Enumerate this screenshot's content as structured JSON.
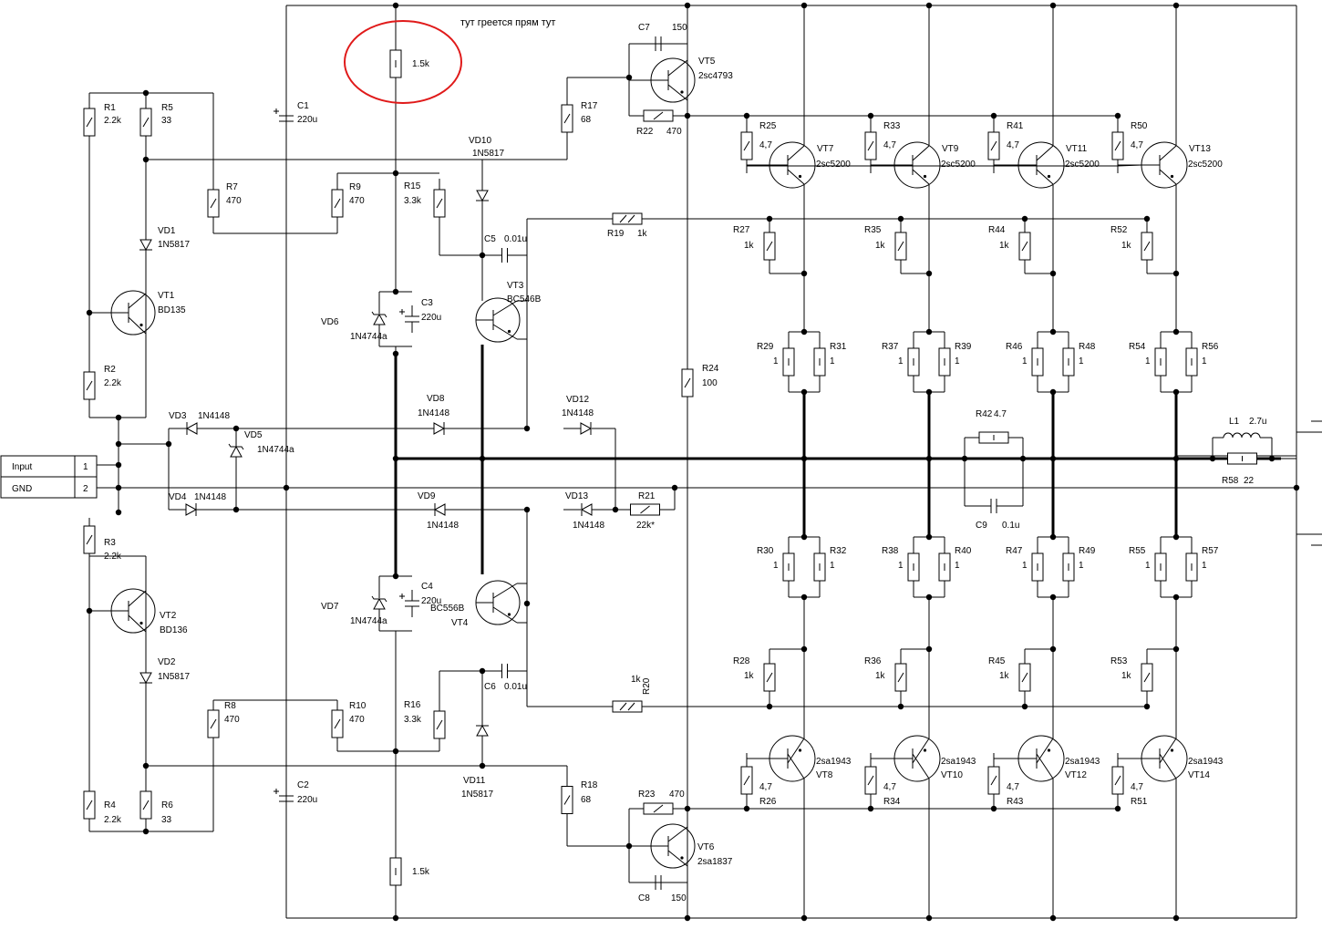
{
  "note": "тут греется прям тут",
  "connector": {
    "rows": [
      {
        "label": "Input",
        "pin": "1"
      },
      {
        "label": "GND",
        "pin": "2"
      }
    ]
  },
  "highlight_color": "#e01a1a",
  "components": {
    "R1": [
      "R1",
      "2.2k"
    ],
    "R2": [
      "R2",
      "2.2k"
    ],
    "R3": [
      "R3",
      "2.2k"
    ],
    "R4": [
      "R4",
      "2.2k"
    ],
    "R5": [
      "R5",
      "33"
    ],
    "R6": [
      "R6",
      "33"
    ],
    "R7": [
      "R7",
      "470"
    ],
    "R8": [
      "R8",
      "470"
    ],
    "R9": [
      "R9",
      "470"
    ],
    "R10": [
      "R10",
      "470"
    ],
    "R15": [
      "R15",
      "3.3k"
    ],
    "R16": [
      "R16",
      "3.3k"
    ],
    "R17": [
      "R17",
      "68"
    ],
    "R18": [
      "R18",
      "68"
    ],
    "R19": [
      "R19",
      "1k"
    ],
    "R20": [
      "R20",
      "1k"
    ],
    "R21": [
      "R21",
      "22k*"
    ],
    "R22": [
      "R22",
      "470"
    ],
    "R23": [
      "R23",
      "470"
    ],
    "R24": [
      "R24",
      "100"
    ],
    "R42": [
      "R42",
      "4.7"
    ],
    "R58": [
      "R58",
      "22"
    ],
    "RTOP": [
      "",
      "1.5k"
    ],
    "RBOT": [
      "",
      "1.5k"
    ],
    "C1": [
      "C1",
      "220u"
    ],
    "C2": [
      "C2",
      "220u"
    ],
    "C3": [
      "C3",
      "220u"
    ],
    "C4": [
      "C4",
      "220u"
    ],
    "C5": [
      "C5",
      "0.01u"
    ],
    "C6": [
      "C6",
      "0.01u"
    ],
    "C7": [
      "C7",
      "150"
    ],
    "C8": [
      "C8",
      "150"
    ],
    "C9": [
      "C9",
      "0.1u"
    ],
    "L1": [
      "L1",
      "2.7u"
    ],
    "VD1": [
      "VD1",
      "1N5817"
    ],
    "VD2": [
      "VD2",
      "1N5817"
    ],
    "VD3": [
      "VD3",
      "1N4148"
    ],
    "VD4": [
      "VD4",
      "1N4148"
    ],
    "VD5": [
      "VD5",
      "1N4744a"
    ],
    "VD6": [
      "VD6",
      "1N4744a"
    ],
    "VD7": [
      "VD7",
      "1N4744a"
    ],
    "VD8": [
      "VD8",
      "1N4148"
    ],
    "VD9": [
      "VD9",
      "1N4148"
    ],
    "VD10": [
      "VD10",
      "1N5817"
    ],
    "VD11": [
      "VD11",
      "1N5817"
    ],
    "VD12": [
      "VD12",
      "1N4148"
    ],
    "VD13": [
      "VD13",
      "1N4148"
    ],
    "VT1": [
      "VT1",
      "BD135"
    ],
    "VT2": [
      "VT2",
      "BD136"
    ],
    "VT3": [
      "VT3",
      "BC546B"
    ],
    "VT4": [
      "VT4",
      "BC556B"
    ],
    "VT5": [
      "VT5",
      "2sc4793"
    ],
    "VT6": [
      "VT6",
      "2sa1837"
    ]
  },
  "output_columns": [
    {
      "rb_top": [
        "R25",
        "4,7"
      ],
      "vt_top": [
        "VT7",
        "2sc5200"
      ],
      "r1k_top": [
        "R27",
        "1k"
      ],
      "re_top": [
        [
          "R29",
          "1"
        ],
        [
          "R31",
          "1"
        ]
      ],
      "re_bot": [
        [
          "R30",
          "1"
        ],
        [
          "R32",
          "1"
        ]
      ],
      "r1k_bot": [
        "R28",
        "1k"
      ],
      "vt_bot": [
        "VT8",
        "2sa1943"
      ],
      "rb_bot": [
        "R26",
        "4,7"
      ]
    },
    {
      "rb_top": [
        "R33",
        "4,7"
      ],
      "vt_top": [
        "VT9",
        "2sc5200"
      ],
      "r1k_top": [
        "R35",
        "1k"
      ],
      "re_top": [
        [
          "R37",
          "1"
        ],
        [
          "R39",
          "1"
        ]
      ],
      "re_bot": [
        [
          "R38",
          "1"
        ],
        [
          "R40",
          "1"
        ]
      ],
      "r1k_bot": [
        "R36",
        "1k"
      ],
      "vt_bot": [
        "VT10",
        "2sa1943"
      ],
      "rb_bot": [
        "R34",
        "4,7"
      ]
    },
    {
      "rb_top": [
        "R41",
        "4,7"
      ],
      "vt_top": [
        "VT11",
        "2sc5200"
      ],
      "r1k_top": [
        "R44",
        "1k"
      ],
      "re_top": [
        [
          "R46",
          "1"
        ],
        [
          "R48",
          "1"
        ]
      ],
      "re_bot": [
        [
          "R47",
          "1"
        ],
        [
          "R49",
          "1"
        ]
      ],
      "r1k_bot": [
        "R45",
        "1k"
      ],
      "vt_bot": [
        "VT12",
        "2sa1943"
      ],
      "rb_bot": [
        "R43",
        "4,7"
      ]
    },
    {
      "rb_top": [
        "R50",
        "4,7"
      ],
      "vt_top": [
        "VT13",
        "2sc5200"
      ],
      "r1k_top": [
        "R52",
        "1k"
      ],
      "re_top": [
        [
          "R54",
          "1"
        ],
        [
          "R56",
          "1"
        ]
      ],
      "re_bot": [
        [
          "R55",
          "1"
        ],
        [
          "R57",
          "1"
        ]
      ],
      "r1k_bot": [
        "R53",
        "1k"
      ],
      "vt_bot": [
        "VT14",
        "2sa1943"
      ],
      "rb_bot": [
        "R51",
        "4,7"
      ]
    }
  ]
}
